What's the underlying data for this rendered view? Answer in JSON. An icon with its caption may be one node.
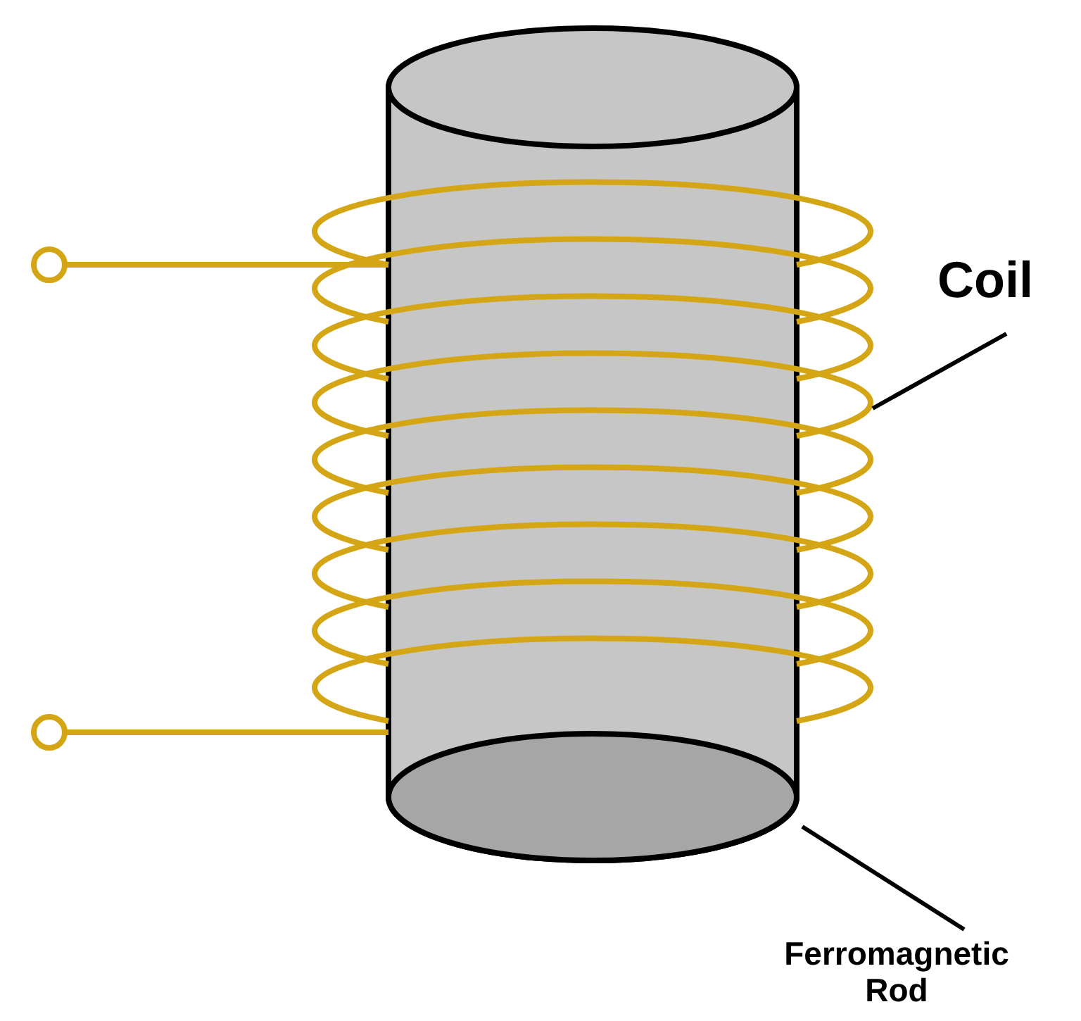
{
  "diagram": {
    "nodes": [
      {
        "text": [
          "Coil"
        ]
      },
      {
        "text": [],
        "shape": "picture"
      },
      {
        "text": [
          "Ferromagnetic Rod"
        ]
      },
      {
        "text": [],
        "shape": "picture"
      }
    ],
    "edges": [
      {
        "from": 0,
        "to": 1,
        "arrow": "none"
      },
      {
        "from": 2,
        "to": 3,
        "arrow": "none"
      }
    ]
  }
}
